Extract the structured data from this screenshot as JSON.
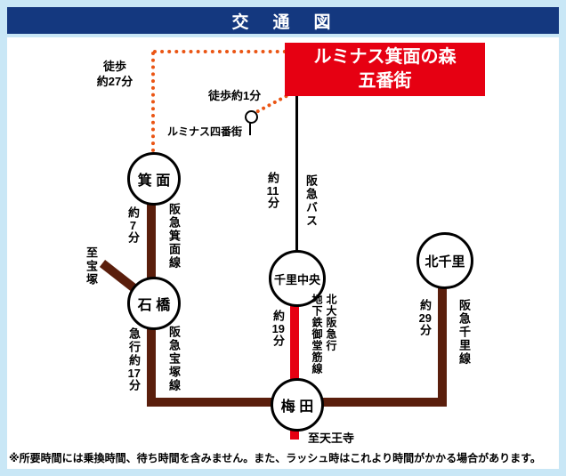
{
  "header": {
    "title": "交　通　図"
  },
  "banner": {
    "line1": "ルミナス箕面の森",
    "line2": "五番街"
  },
  "walk": {
    "w27_line1": "徒歩",
    "w27_line2": "約27分",
    "w1": "徒歩約1分",
    "busstop": "ルミナス四番街"
  },
  "stations": {
    "minoo": "箕 面",
    "ishibashi": "石 橋",
    "senrichuo": "千里中央",
    "umeda": "梅 田",
    "kitasenri": "北千里"
  },
  "routes": {
    "minoo_line": {
      "name": "阪急箕面線",
      "t_pre": "約",
      "t_num": "7",
      "t_post": "分"
    },
    "takarazuka_line": {
      "name": "阪急宝塚線",
      "t_pre": "急行約",
      "t_num": "17",
      "t_post": "分"
    },
    "bus": {
      "name": "阪急バス",
      "t_pre": "約",
      "t_num": "11",
      "t_post": "分"
    },
    "midosuji": {
      "name1": "地下鉄御堂筋線",
      "name2": "北大阪急行",
      "t_pre": "約",
      "t_num": "19",
      "t_post": "分"
    },
    "senri_line": {
      "name": "阪急千里線",
      "t_pre": "約",
      "t_num": "29",
      "t_post": "分"
    },
    "to_takarazuka": "至宝塚",
    "to_tennoji": "至天王寺"
  },
  "note": "※所要時間には乗換時間、待ち時間を含みません。また、ラッシュ時はこれより時間がかかる場合があります。",
  "colors": {
    "background": "#c9e7f6",
    "header_navy": "#14387f",
    "banner_red": "#e60012",
    "rail_brown": "#5a1e0c",
    "subway_red": "#e60012",
    "walk_dot_orange": "#ea5514"
  }
}
